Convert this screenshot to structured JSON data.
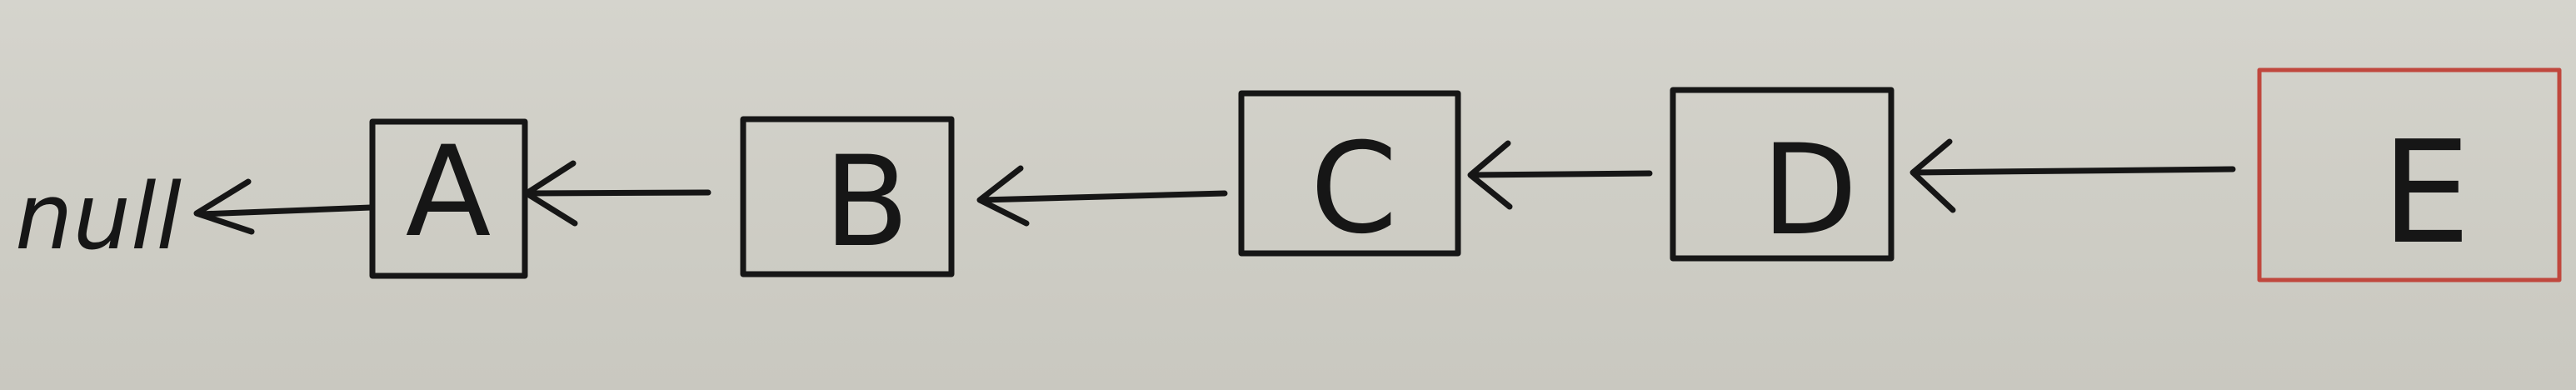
{
  "null_label": "null",
  "nodes": [
    {
      "label": "A",
      "color": "#161616"
    },
    {
      "label": "B",
      "color": "#161616"
    },
    {
      "label": "C",
      "color": "#161616"
    },
    {
      "label": "D",
      "color": "#161616"
    },
    {
      "label": "E",
      "color": "#c0473d"
    }
  ],
  "colors": {
    "ink": "#161616",
    "highlight": "#c0473d",
    "board": "#cfcec6"
  }
}
